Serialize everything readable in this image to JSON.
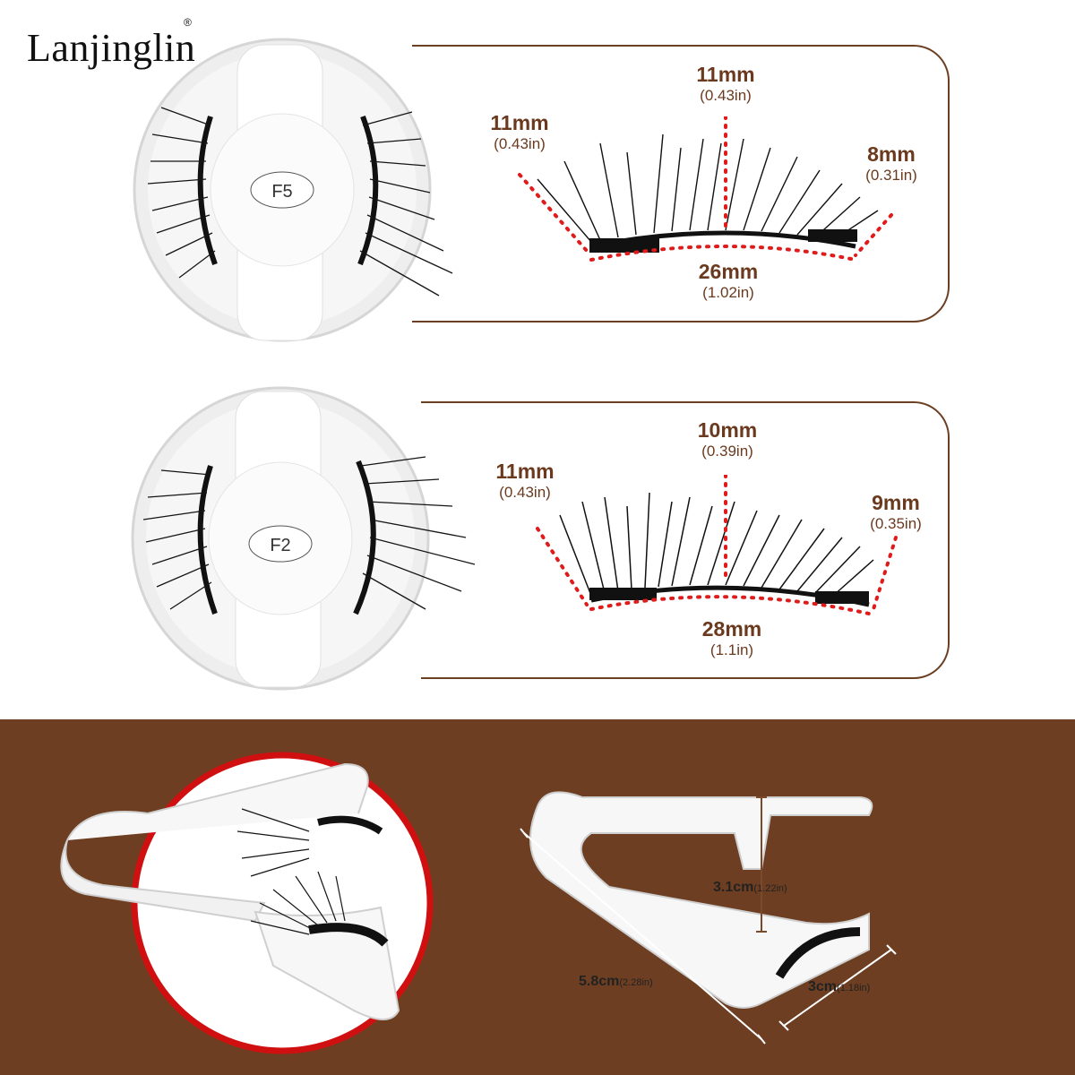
{
  "brand": {
    "name": "Lanjinglin",
    "registered": "®"
  },
  "products": [
    {
      "label": "F5",
      "dims": {
        "left": {
          "mm": "11mm",
          "in": "(0.43in)"
        },
        "center": {
          "mm": "11mm",
          "in": "(0.43in)"
        },
        "right": {
          "mm": "8mm",
          "in": "(0.31in)"
        },
        "length": {
          "mm": "26mm",
          "in": "(1.02in)"
        }
      }
    },
    {
      "label": "F2",
      "dims": {
        "left": {
          "mm": "11mm",
          "in": "(0.43in)"
        },
        "center": {
          "mm": "10mm",
          "in": "(0.39in)"
        },
        "right": {
          "mm": "9mm",
          "in": "(0.35in)"
        },
        "length": {
          "mm": "28mm",
          "in": "(1.1in)"
        }
      }
    }
  ],
  "applicator": {
    "height": {
      "cm": "3.1cm",
      "in": "(1.22in)"
    },
    "length": {
      "cm": "5.8cm",
      "in": "(2.28in)"
    },
    "width": {
      "cm": "3cm",
      "in": "(1.18in)"
    }
  },
  "colors": {
    "brown": "#6d3e21",
    "dim_text": "#6b3a1e",
    "dotted": "#e01b1b"
  }
}
